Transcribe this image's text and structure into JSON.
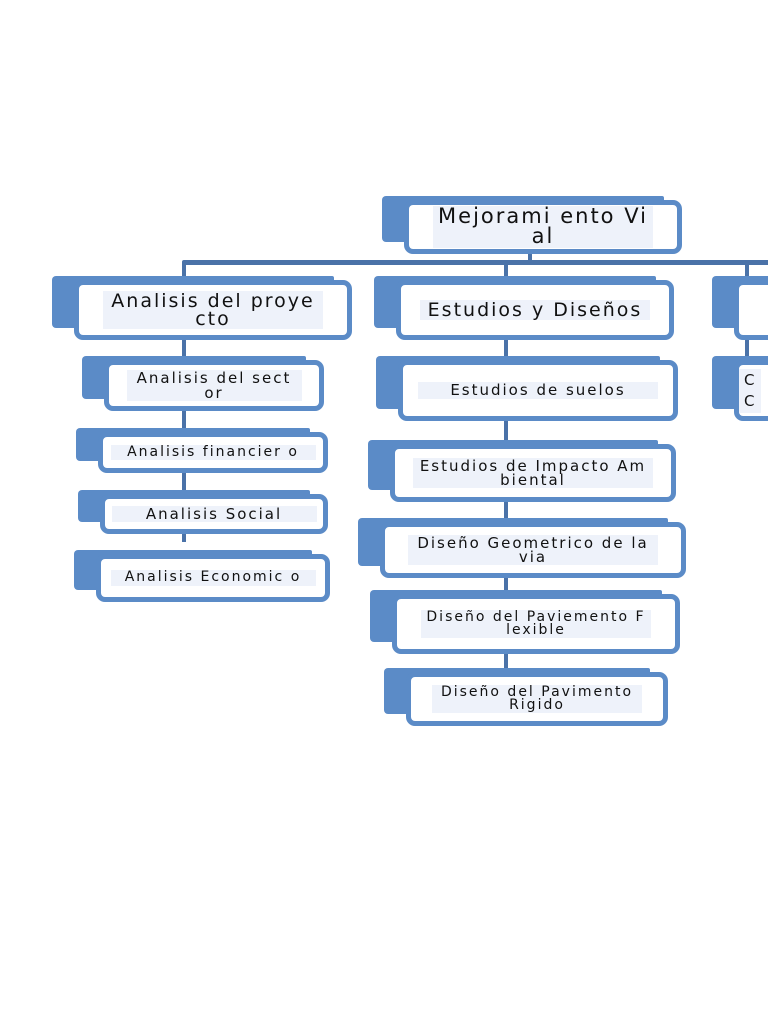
{
  "diagram": {
    "root": {
      "label": "Mejorami ento Vial"
    },
    "branches": [
      {
        "label": "Analisis del proyecto",
        "children": [
          {
            "label": "Analisis del sector"
          },
          {
            "label": "Analisis financier o"
          },
          {
            "label": "Analisis Social"
          },
          {
            "label": "Analisis Economic o"
          }
        ]
      },
      {
        "label": "Estudios y Diseños",
        "children": [
          {
            "label": "Estudios de suelos"
          },
          {
            "label": "Estudios de Impacto Ambiental"
          },
          {
            "label": "Diseño Geometrico de la via"
          },
          {
            "label": "Diseño del Paviemento Flexible"
          },
          {
            "label": "Diseño del Pavimento Rigido"
          }
        ]
      },
      {
        "label": "",
        "children": [
          {
            "label": "C\nC"
          }
        ]
      }
    ],
    "colors": {
      "node_fill": "#5b8bc7",
      "connector": "#4a72a8",
      "label_bg": "#eef2fa"
    }
  }
}
